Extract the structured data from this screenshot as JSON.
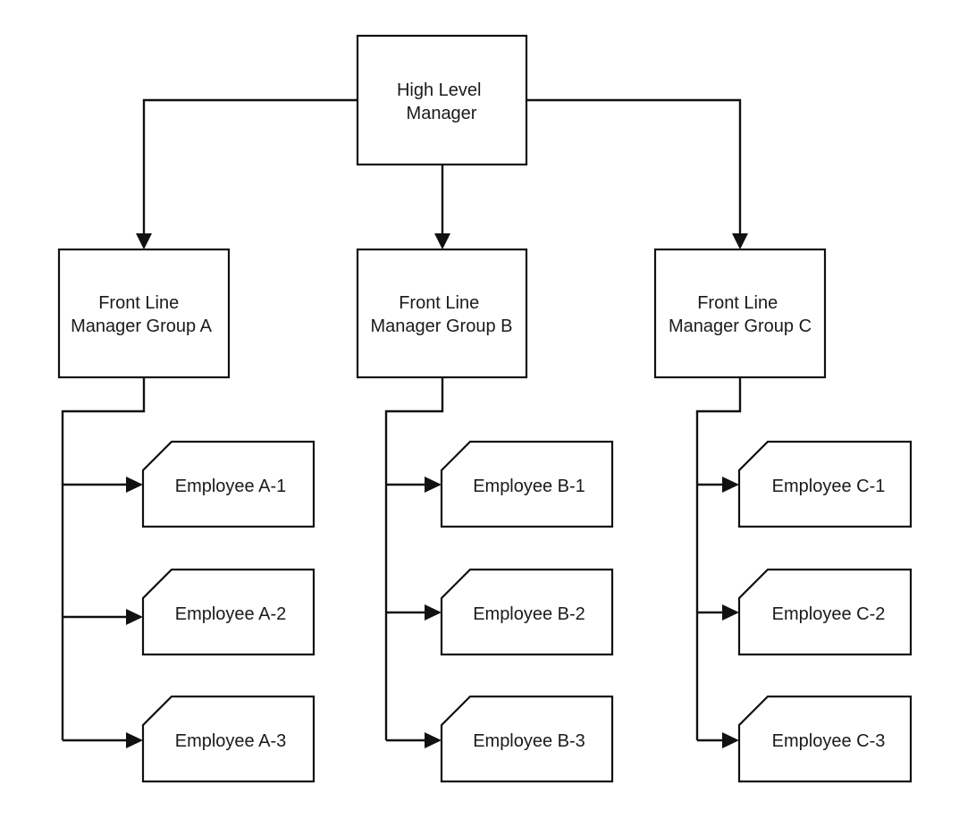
{
  "top_manager": {
    "line1": "High Level",
    "line2": "Manager"
  },
  "groups": [
    {
      "manager_line1": "Front Line",
      "manager_line2": "Manager Group A",
      "employees": [
        "Employee A-1",
        "Employee A-2",
        "Employee A-3"
      ]
    },
    {
      "manager_line1": "Front Line",
      "manager_line2": "Manager Group B",
      "employees": [
        "Employee B-1",
        "Employee B-2",
        "Employee B-3"
      ]
    },
    {
      "manager_line1": "Front Line",
      "manager_line2": "Manager Group C",
      "employees": [
        "Employee C-1",
        "Employee C-2",
        "Employee C-3"
      ]
    }
  ]
}
